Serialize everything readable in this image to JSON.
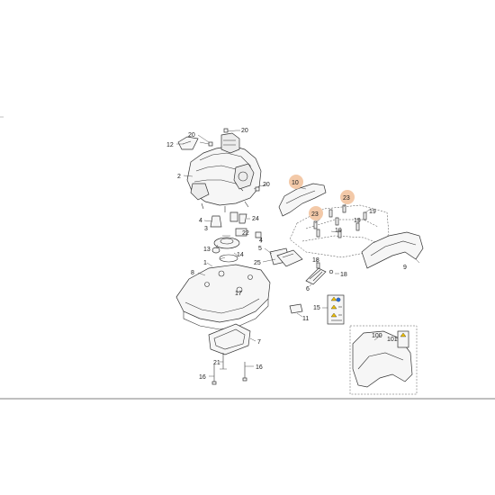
{
  "callouts": [
    {
      "id": "c20a",
      "text": "20"
    },
    {
      "id": "c20b",
      "text": "20"
    },
    {
      "id": "c12",
      "text": "12"
    },
    {
      "id": "c2",
      "text": "2"
    },
    {
      "id": "c20c",
      "text": "20"
    },
    {
      "id": "c10",
      "text": "10",
      "highlighted": true
    },
    {
      "id": "c23a",
      "text": "23",
      "highlighted": true
    },
    {
      "id": "c23b",
      "text": "23",
      "highlighted": true
    },
    {
      "id": "c19a",
      "text": "19"
    },
    {
      "id": "c19b",
      "text": "19"
    },
    {
      "id": "c19c",
      "text": "19"
    },
    {
      "id": "c4a",
      "text": "4"
    },
    {
      "id": "c3",
      "text": "3"
    },
    {
      "id": "c24",
      "text": "24"
    },
    {
      "id": "c22",
      "text": "22"
    },
    {
      "id": "c13",
      "text": "13"
    },
    {
      "id": "c14",
      "text": "14"
    },
    {
      "id": "c4b",
      "text": "4"
    },
    {
      "id": "c1",
      "text": "1"
    },
    {
      "id": "c5",
      "text": "5"
    },
    {
      "id": "c8",
      "text": "8"
    },
    {
      "id": "c25",
      "text": "25"
    },
    {
      "id": "c18a",
      "text": "18"
    },
    {
      "id": "c18b",
      "text": "18"
    },
    {
      "id": "c17",
      "text": "17"
    },
    {
      "id": "c6",
      "text": "6"
    },
    {
      "id": "c9",
      "text": "9"
    },
    {
      "id": "c15",
      "text": "15"
    },
    {
      "id": "c11",
      "text": "11"
    },
    {
      "id": "c7",
      "text": "7"
    },
    {
      "id": "c21",
      "text": "21"
    },
    {
      "id": "c16a",
      "text": "16"
    },
    {
      "id": "c16b",
      "text": "16"
    },
    {
      "id": "c100",
      "text": "100"
    },
    {
      "id": "c101",
      "text": "101"
    }
  ],
  "colors": {
    "highlight": "#f3c9a8",
    "line": "#333333",
    "part_fill": "#f6f6f6",
    "separator": "#555555"
  }
}
